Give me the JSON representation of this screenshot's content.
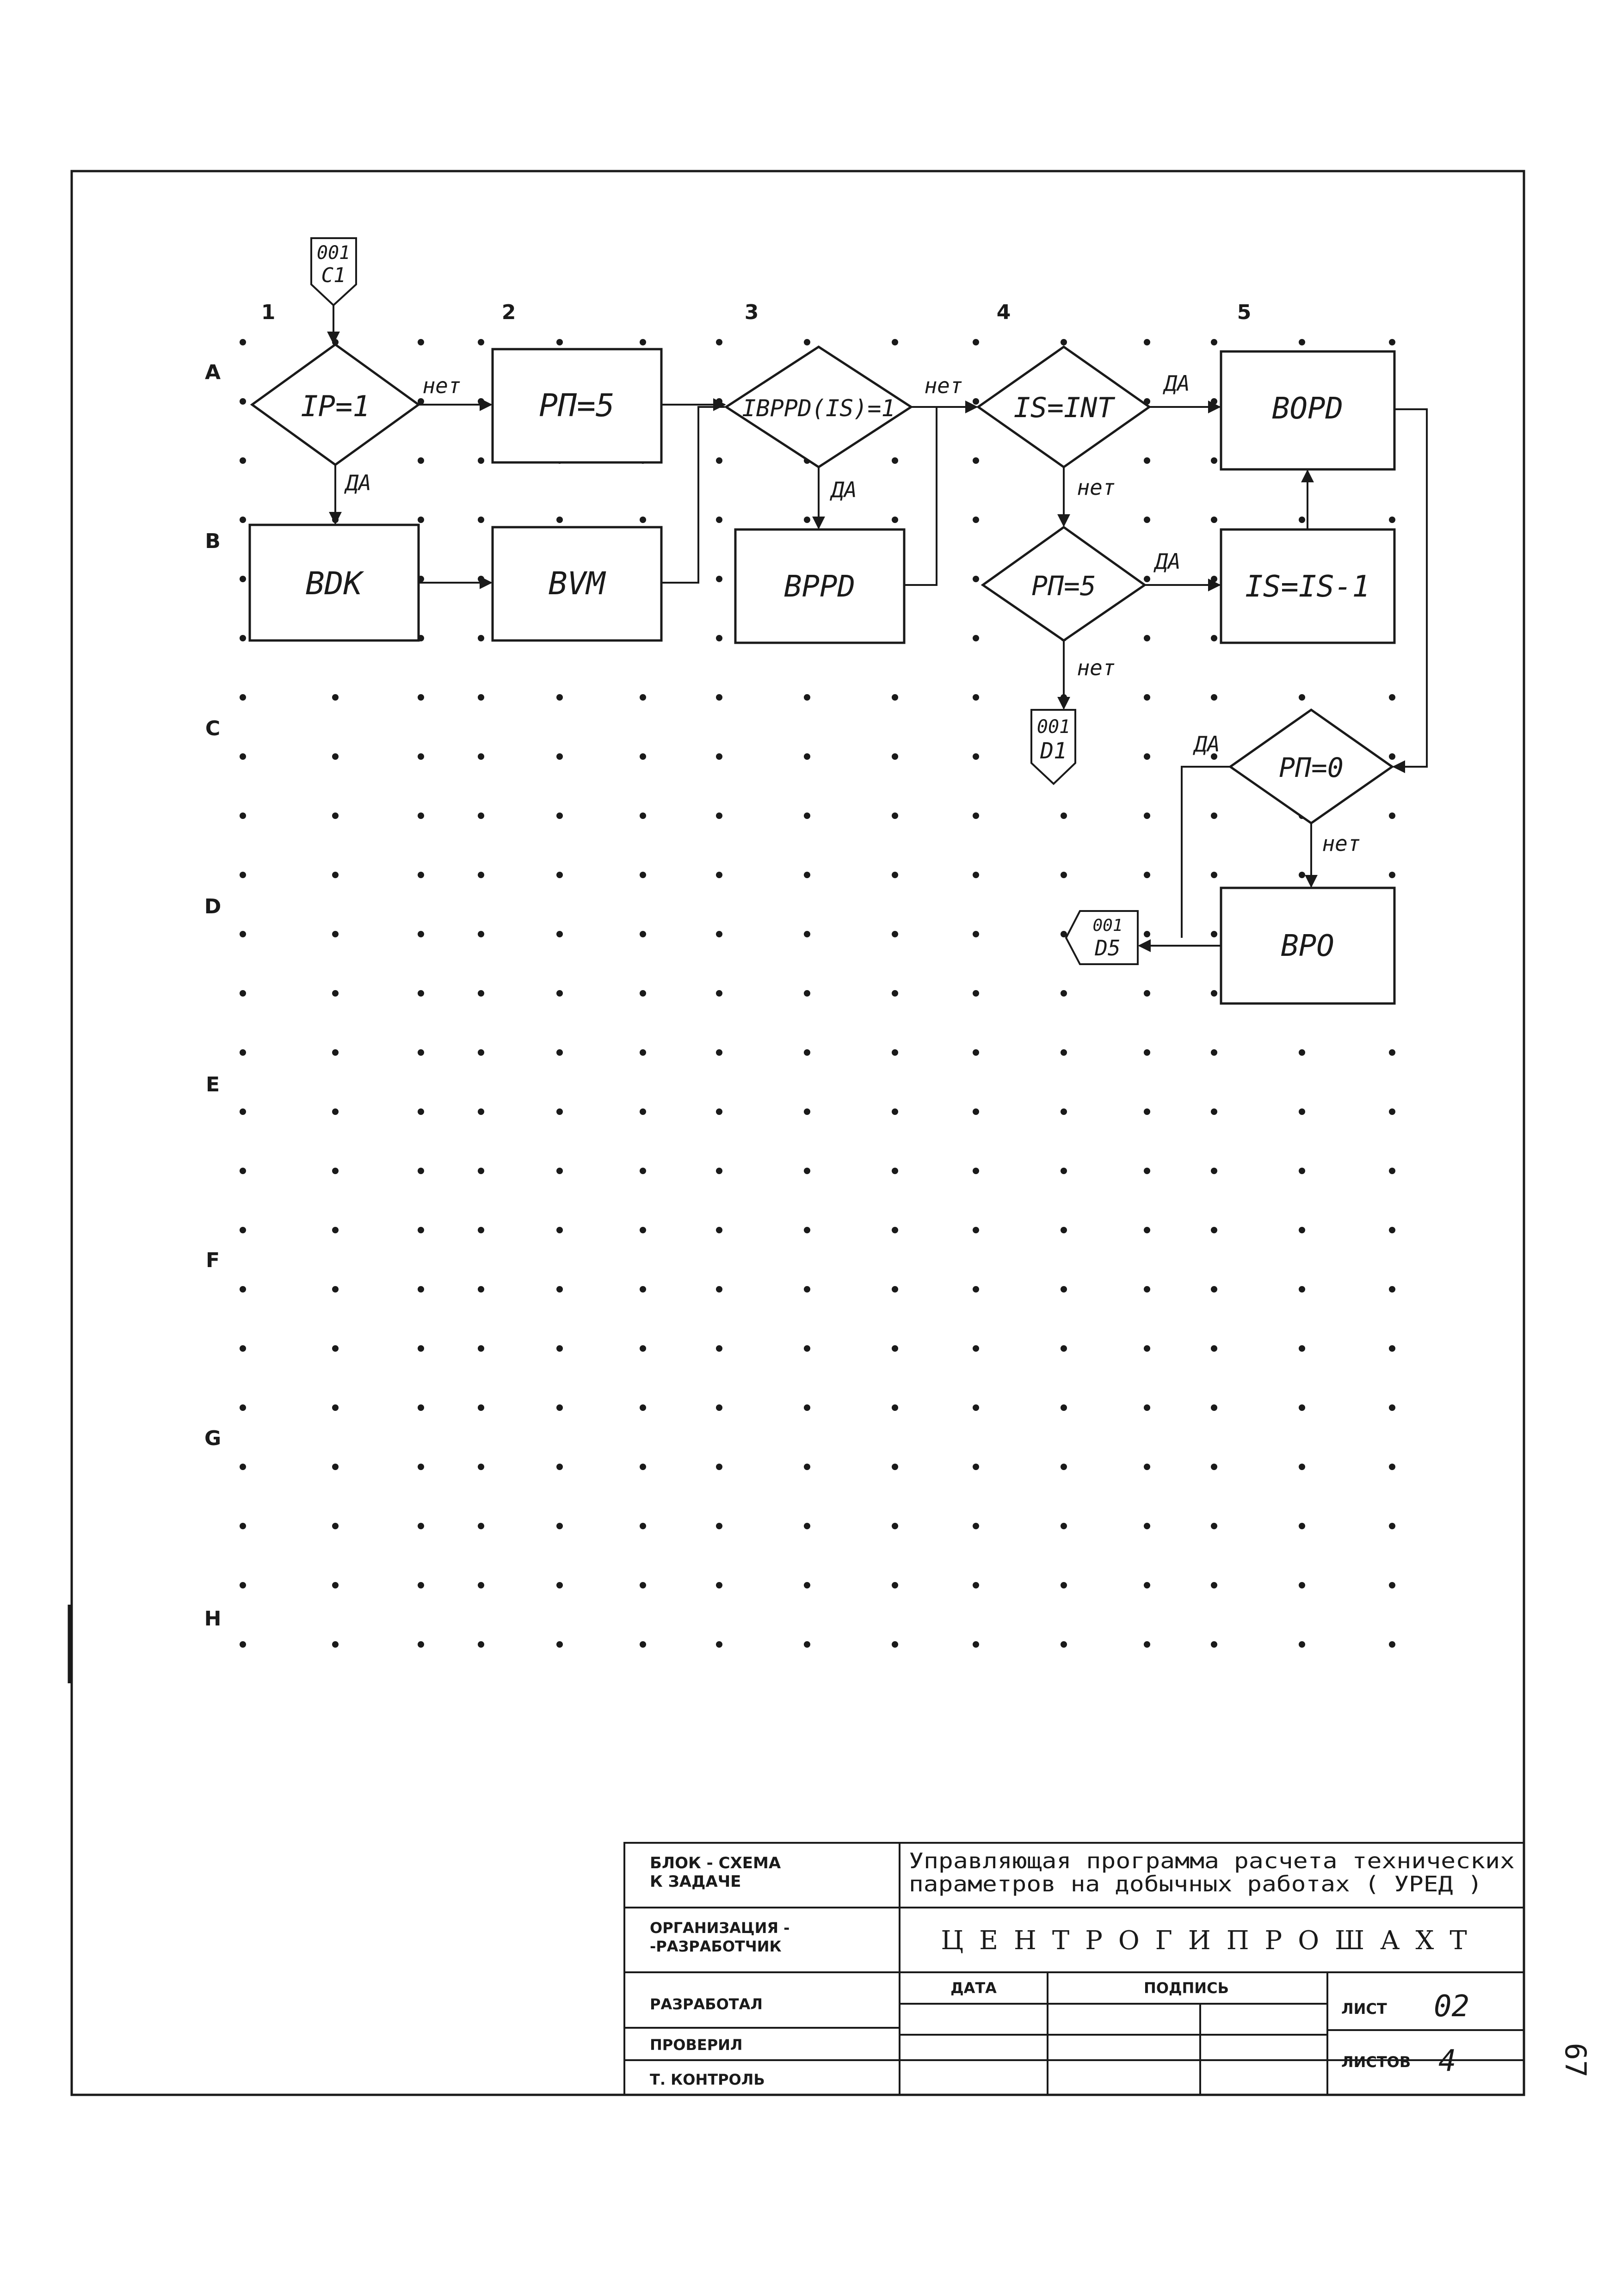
{
  "page_number": "67",
  "columns": [
    "1",
    "2",
    "3",
    "4",
    "5"
  ],
  "rows": [
    "A",
    "B",
    "C",
    "D",
    "E",
    "F",
    "G",
    "H"
  ],
  "connectors": {
    "entry": {
      "line1": "001",
      "line2": "C1"
    },
    "exit_d1": {
      "line1": "001",
      "line2": "D1"
    },
    "exit_d5": {
      "line1": "001",
      "line2": "D5"
    }
  },
  "blocks": {
    "ip_check": "IP=1",
    "set_rp5": "PП=5",
    "ibppd_check": "IBPPD(IS)=1",
    "is_int_check": "IS=INT",
    "bopd": "BOPD",
    "bdk": "BDK",
    "bvm": "BVM",
    "bppd": "BPPD",
    "rp5_check": "PП=5",
    "is_dec": "IS=IS-1",
    "rp0_check": "PП=0",
    "bpo": "BPO"
  },
  "branch_labels": {
    "yes": "ДА",
    "no": "нет"
  },
  "title_block": {
    "doc_type": [
      "БЛОК - СХЕМА",
      "К ЗАДАЧЕ"
    ],
    "program_name": [
      "Управляющая программа расчета технических",
      "параметров на добычных работах ( УРЕД )"
    ],
    "org_label": [
      "ОРГАНИЗАЦИЯ -",
      "-РАЗРАБОТЧИК"
    ],
    "org_name": "ЦЕНТРОГИПРОШАХТ",
    "developed": "РАЗРАБОТАЛ",
    "checked": "ПРОВЕРИЛ",
    "t_control": "Т. КОНТРОЛЬ",
    "date": "ДАТА",
    "signature": "ПОДПИСЬ",
    "sheet_label": "ЛИСТ",
    "sheet_value": "02",
    "sheets_label": "ЛИСТОВ",
    "sheets_value": "4"
  }
}
